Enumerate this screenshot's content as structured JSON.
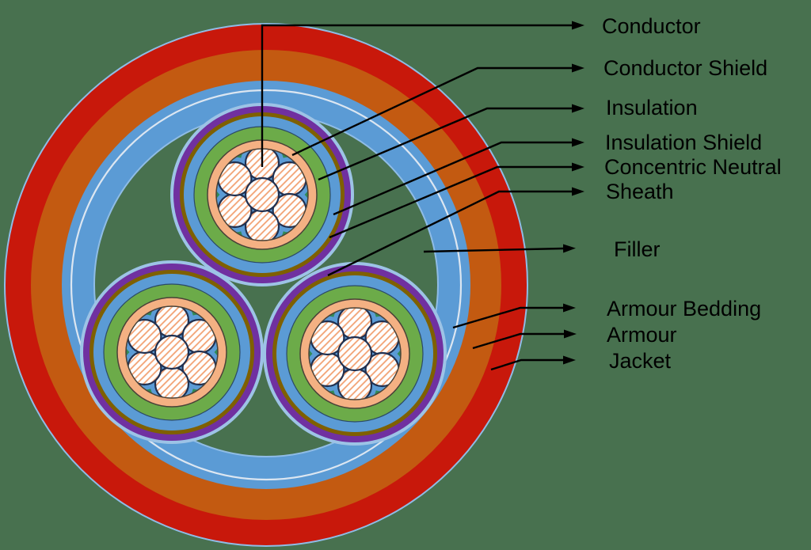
{
  "diagram": {
    "subject": "three-core armoured power cable cross-section",
    "core_count": 3,
    "strands_per_core": 7
  },
  "labels": {
    "conductor": "Conductor",
    "conductor_shield": "Conductor Shield",
    "insulation": "Insulation",
    "insulation_shield": "Insulation Shield",
    "concentric_neutral": "Concentric Neutral",
    "sheath": "Sheath",
    "filler": "Filler",
    "armour_bedding": "Armour Bedding",
    "armour": "Armour",
    "jacket": "Jacket"
  },
  "colors": {
    "background": "#48714F",
    "filler_green": "#48714F",
    "rim_light_blue": "#8FBCE6",
    "jacket_red": "#C8180B",
    "armour_orange": "#C35A11",
    "bedding_blue": "#5B9BD5",
    "liner_white": "#DCE6F1",
    "core_halo_blue": "#9DC3E6",
    "sheath_purple": "#7030A0",
    "concentric_neutral_olive": "#7F6000",
    "insulation_shield_blue": "#5B9BD5",
    "insulation_green": "#6CAB49",
    "insulation_edge_navy": "#2B4A66",
    "conductor_shield_peach": "#F4B183",
    "inner_fill_teal": "#318A56",
    "strand_backing_blue": "#5B9BD5",
    "strand_fill_white": "#FFFFFF",
    "strand_hatch_orange": "#F2A172",
    "strand_outline_navy": "#203050",
    "ring_edge_dark": "#4A4238",
    "leader_line_black": "#000000",
    "label_text_black": "#000000"
  }
}
